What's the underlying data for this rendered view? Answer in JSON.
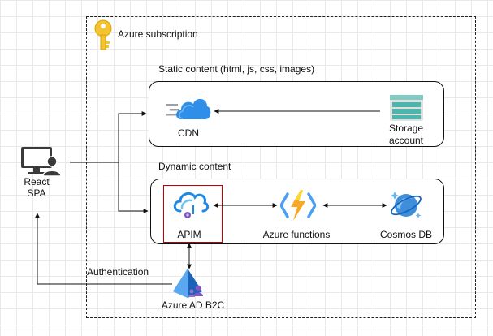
{
  "subscription": {
    "label": "Azure subscription",
    "icon": "key-icon"
  },
  "groups": {
    "static": {
      "label": "Static content (html, js, css, images)"
    },
    "dynamic": {
      "label": "Dynamic content"
    }
  },
  "nodes": {
    "client": {
      "label_line1": "React",
      "label_line2": "SPA",
      "icon": "user-computer-icon"
    },
    "cdn": {
      "label": "CDN",
      "icon": "cdn-cloud-icon"
    },
    "storage": {
      "label_line1": "Storage",
      "label_line2": "account",
      "icon": "storage-account-icon"
    },
    "apim": {
      "label": "APIM",
      "icon": "apim-icon"
    },
    "functions": {
      "label": "Azure functions",
      "icon": "function-bolt-icon"
    },
    "cosmos": {
      "label": "Cosmos DB",
      "icon": "cosmos-db-icon"
    },
    "adb2c": {
      "label": "Azure AD B2C",
      "icon": "ad-b2c-icon"
    }
  },
  "edges": {
    "auth": {
      "label": "Authentication"
    }
  },
  "colors": {
    "azure_blue": "#1e88e5",
    "key_yellow": "#f4c430",
    "storage_teal": "#4db6ac",
    "selection_red": "#c00000",
    "adb2c_purple": "#7e57c2"
  }
}
